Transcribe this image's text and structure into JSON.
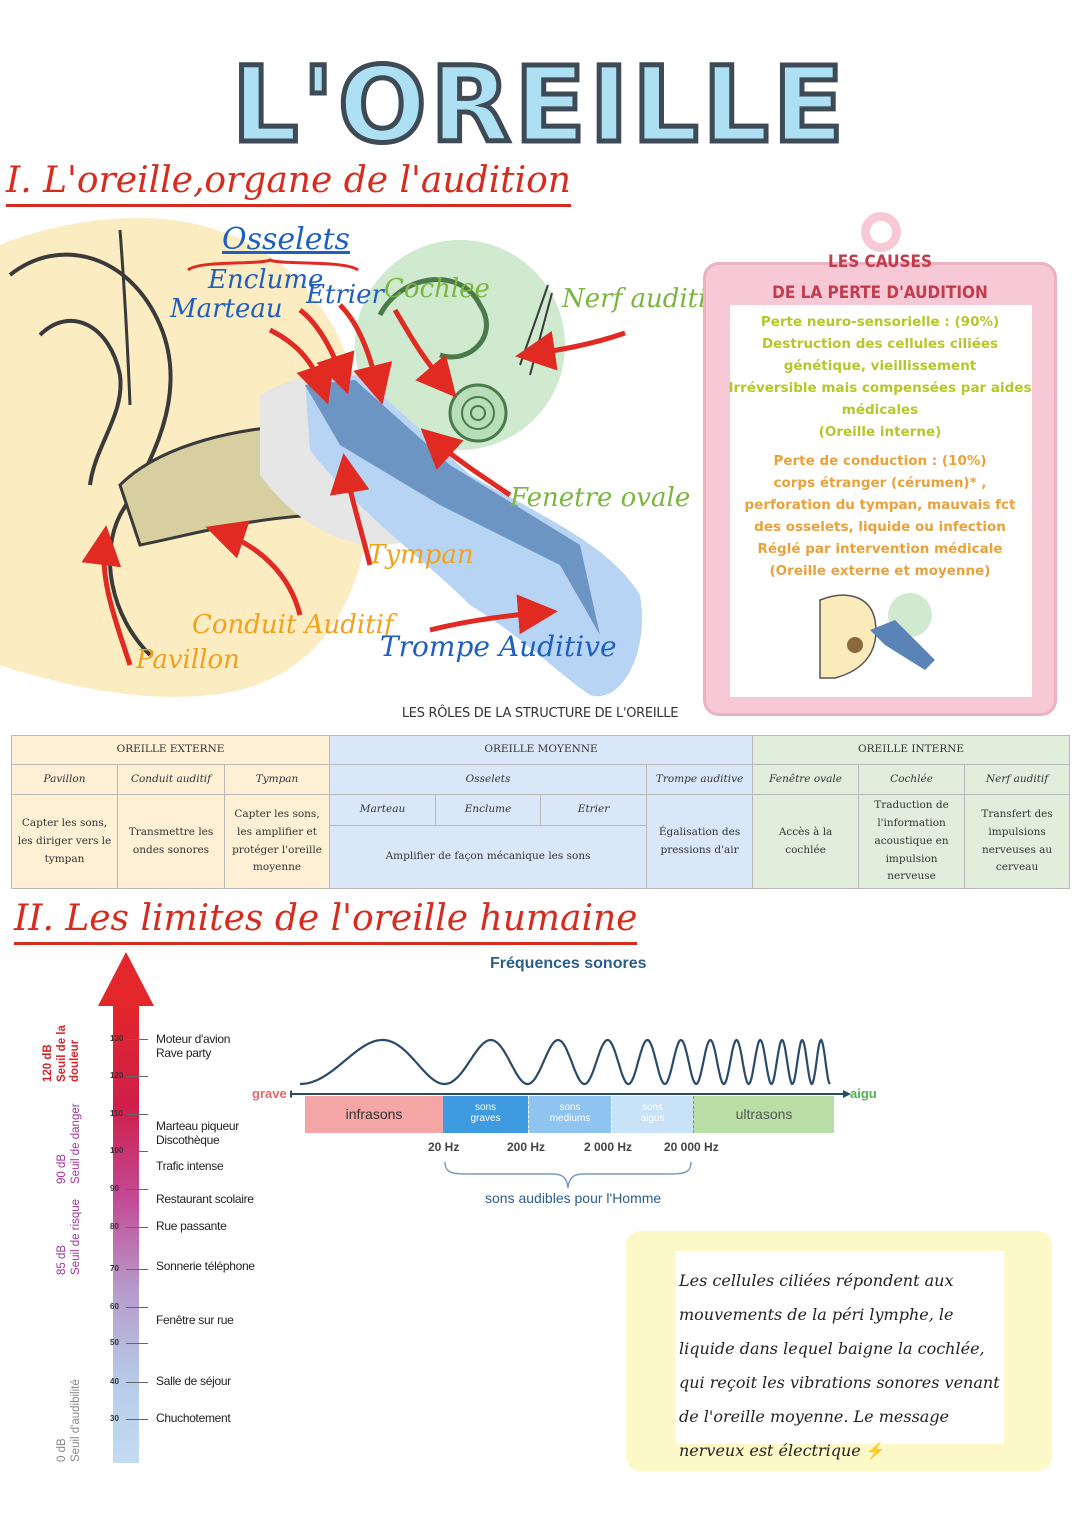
{
  "title": "L'OREILLE",
  "section1": "I. L'oreille,organe de l'audition",
  "diagram": {
    "osselets": "Osselets",
    "enclume": "Enclume",
    "etrier": "Etrier",
    "marteau": "Marteau",
    "cochlee": "Cochlee",
    "nerf": "Nerf auditif",
    "fenetre": "Fenetre ovale",
    "tympan": "Tympan",
    "conduit": "Conduit Auditif",
    "pavillon": "Pavillon",
    "trompe": "Trompe Auditive"
  },
  "causes": {
    "title1": "LES CAUSES",
    "title2": "DE LA PERTE D'AUDITION",
    "lines_green": [
      "Perte neuro-sensorielle : (90%)",
      "Destruction des cellules ciliées",
      "génétique, vieillissement",
      "Irréversible mais compensées par aides",
      "médicales",
      "(Oreille interne)"
    ],
    "lines_orange": [
      "Perte de conduction : (10%)",
      "corps étranger (cérumen)* ,",
      "perforation du tympan, mauvais fct",
      "des osselets, liquide ou infection",
      "Réglé par intervention médicale",
      "(Oreille externe et moyenne)"
    ]
  },
  "table": {
    "caption": "LES RÔLES DE LA STRUCTURE DE L'OREILLE",
    "groups": [
      "OREILLE EXTERNE",
      "OREILLE MOYENNE",
      "OREILLE INTERNE"
    ],
    "parts": {
      "pavillon": "Pavillon",
      "conduit": "Conduit auditif",
      "tympan": "Tympan",
      "osselets": "Osselets",
      "trompe": "Trompe auditive",
      "fenetre": "Fenêtre ovale",
      "cochlee": "Cochlée",
      "nerf": "Nerf auditif"
    },
    "sub": {
      "marteau": "Marteau",
      "enclume": "Enclume",
      "etrier": "Etrier"
    },
    "roles": {
      "pavillon": "Capter les sons, les diriger vers le tympan",
      "conduit": "Transmettre les ondes sonores",
      "tympan": "Capter les sons, les amplifier et protéger l'oreille moyenne",
      "osselets": "Amplifier de façon mécanique les sons",
      "trompe": "Égalisation des pressions d'air",
      "fenetre": "Accès à la cochlée",
      "cochlee": "Traduction de l'information acoustique en impulsion nerveuse",
      "nerf": "Transfert des impulsions nerveuses au cerveau"
    }
  },
  "section2": "II. Les limites de l'oreille humaine",
  "ruler": {
    "ticks": [
      "130",
      "120",
      "110",
      "100",
      "90",
      "80",
      "70",
      "60",
      "50",
      "40",
      "30"
    ],
    "labels": {
      "moteur": "Moteur d'avion",
      "rave": "Rave party",
      "marteau": "Marteau piqueur",
      "disco": "Discothèque",
      "trafic": "Trafic intense",
      "resto": "Restaurant scolaire",
      "rue": "Rue passante",
      "sonnerie": "Sonnerie téléphone",
      "fenetre": "Fenêtre sur rue",
      "salle": "Salle de  séjour",
      "chuchot": "Chuchotement"
    },
    "side": {
      "pain_db": "120 dB",
      "pain_txt": "Seuil de la douleur",
      "danger_db": "90 dB",
      "danger_txt": "Seuil de danger",
      "risque_db": "85 dB",
      "risque_txt": "Seuil de risque",
      "audib_db": "0 dB",
      "audib_txt": "Seuil d'audibilité"
    }
  },
  "freq": {
    "title": "Fréquences sonores",
    "grave": "grave",
    "aigu": "aigu",
    "infrasons": "infrasons",
    "sons": "sons",
    "graves": "graves",
    "mediums": "mediums",
    "aigus": "aigus",
    "ultrasons": "ultrasons",
    "hz": [
      "20 Hz",
      "200 Hz",
      "2 000 Hz",
      "20 000 Hz"
    ],
    "audible": "sons audibles pour l'Homme"
  },
  "note": "Les cellules ciliées répondent aux mouvements de la péri lymphe, le liquide dans lequel baigne la cochlée, qui reçoit les vibrations sonores venant de l'oreille moyenne. Le message nerveux est électrique",
  "colors": {
    "red": "#d62c1f",
    "blue": "#1f5fbf",
    "green": "#7ab640",
    "orange": "#f0a21e",
    "pink": "#f7c9d6"
  }
}
